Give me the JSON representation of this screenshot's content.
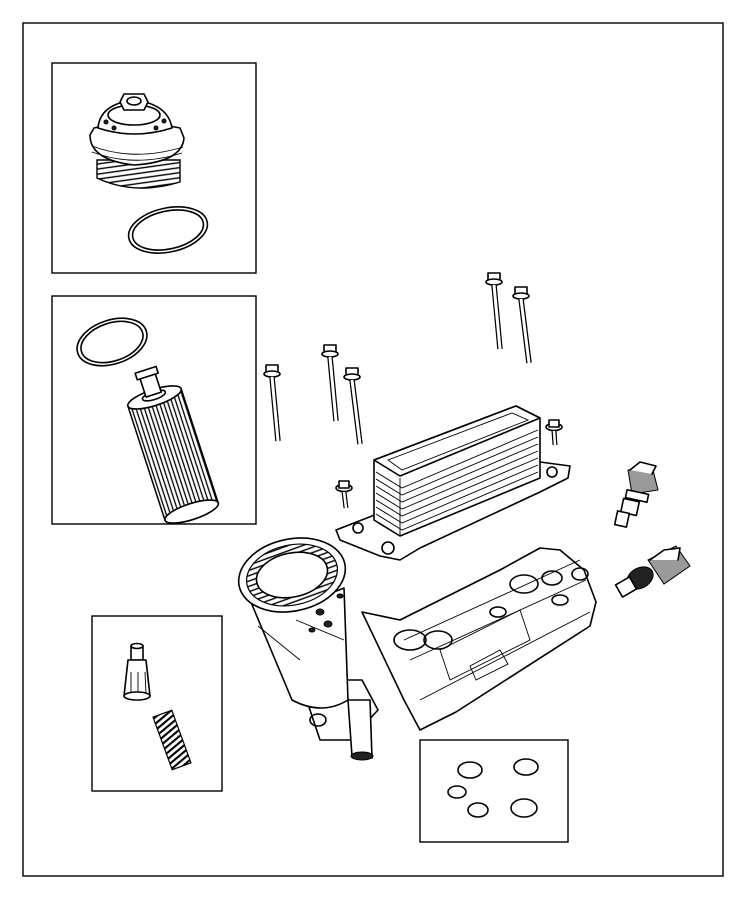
{
  "diagram": {
    "kind": "exploded-parts-diagram",
    "border_color": "#000000",
    "background": "#ffffff",
    "inset_boxes": [
      {
        "name": "filter-cap-kit"
      },
      {
        "name": "filter-element-kit"
      },
      {
        "name": "relief-valve-kit"
      },
      {
        "name": "o-ring-kit"
      }
    ],
    "parts": [
      "oil-filter-cap",
      "cap-o-ring",
      "filter-o-ring",
      "oil-filter-element",
      "relief-valve-plunger",
      "relief-valve-spring",
      "long-bolt",
      "short-bolt",
      "oil-cooler",
      "oil-pressure-sensor",
      "oil-temperature-sensor",
      "oil-filter-housing",
      "seal-rings"
    ]
  }
}
